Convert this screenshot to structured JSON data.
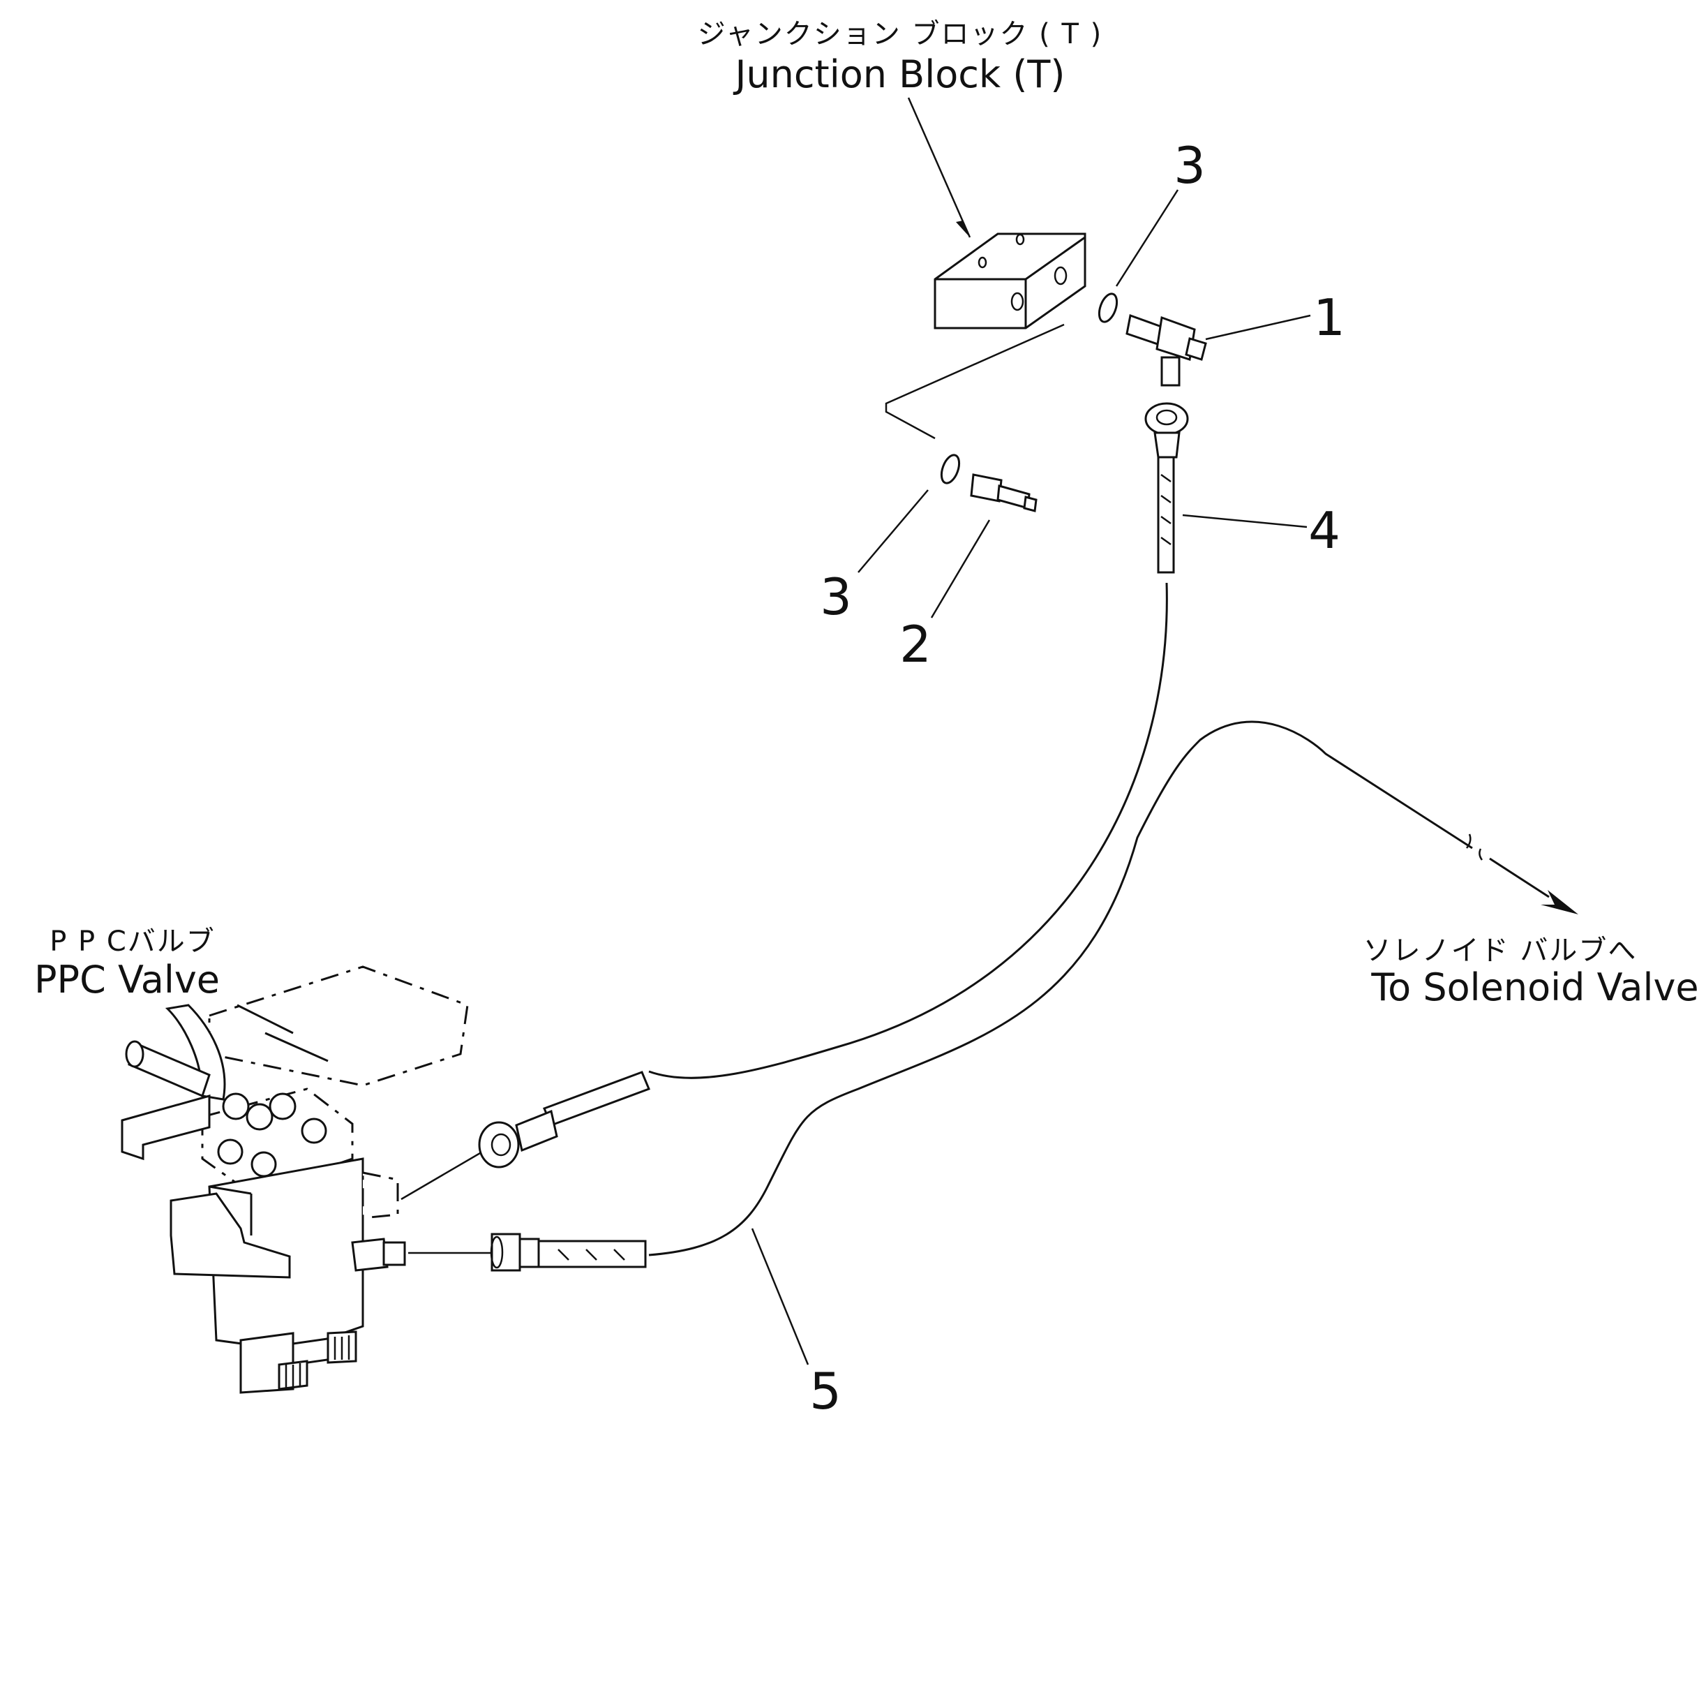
{
  "labels": {
    "junction_block_jp": "ジャンクション ブロック ( T )",
    "junction_block_en": "Junction Block (T)",
    "ppc_valve_jp": "P P Cバルブ",
    "ppc_valve_en": "PPC  Valve",
    "solenoid_jp": "ソレノイド  バルブへ",
    "solenoid_en": "To Solenoid Valve"
  },
  "callouts": {
    "item_1": "1",
    "item_2": "2",
    "item_3_top": "3",
    "item_3_left": "3",
    "item_4": "4",
    "item_5": "5"
  }
}
